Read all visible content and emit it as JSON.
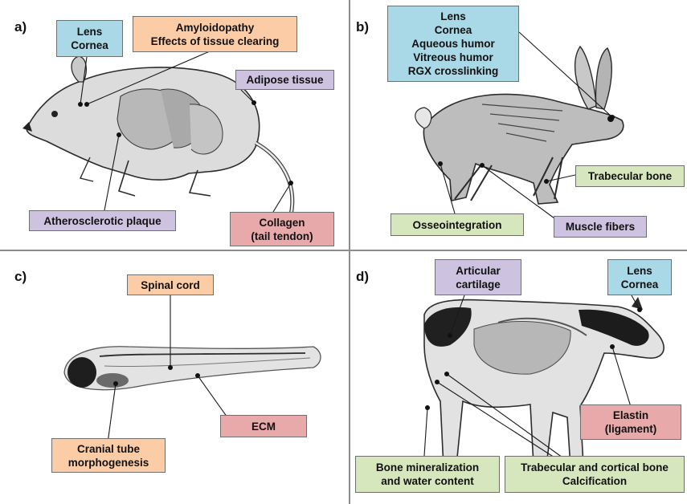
{
  "panels": {
    "a": {
      "letter": "a)",
      "labels": {
        "lens_cornea": [
          "Lens",
          "Cornea"
        ],
        "amyloid": [
          "Amyloidopathy",
          "Effects of tissue clearing"
        ],
        "adipose": [
          "Adipose tissue"
        ],
        "plaque": [
          "Atherosclerotic plaque"
        ],
        "collagen": [
          "Collagen",
          "(tail tendon)"
        ]
      }
    },
    "b": {
      "letter": "b)",
      "labels": {
        "eye": [
          "Lens",
          "Cornea",
          "Aqueous humor",
          "Vitreous humor",
          "RGX crosslinking"
        ],
        "trabecular": [
          "Trabecular bone"
        ],
        "osseo": [
          "Osseointegration"
        ],
        "muscle": [
          "Muscle fibers"
        ]
      }
    },
    "c": {
      "letter": "c)",
      "labels": {
        "spinal": [
          "Spinal cord"
        ],
        "ecm": [
          "ECM"
        ],
        "cranial": [
          "Cranial tube",
          "morphogenesis"
        ]
      }
    },
    "d": {
      "letter": "d)",
      "labels": {
        "cartilage": [
          "Articular",
          "cartilage"
        ],
        "lens_cornea": [
          "Lens",
          "Cornea"
        ],
        "elastin": [
          "Elastin",
          "(ligament)"
        ],
        "bone_min": [
          "Bone mineralization",
          "and water content"
        ],
        "trab_cort": [
          "Trabecular and cortical bone",
          "Calcification"
        ]
      }
    }
  },
  "colors": {
    "ocular": "#a9d8e6",
    "neural": "#fbcca6",
    "soft_tissue": "#cdc2e0",
    "connective": "#e7a9aa",
    "skeletal": "#d6e6bd"
  },
  "icons": [
    "mouse-illustration",
    "rabbit-illustration",
    "zebrafish-illustration",
    "cow-illustration"
  ]
}
